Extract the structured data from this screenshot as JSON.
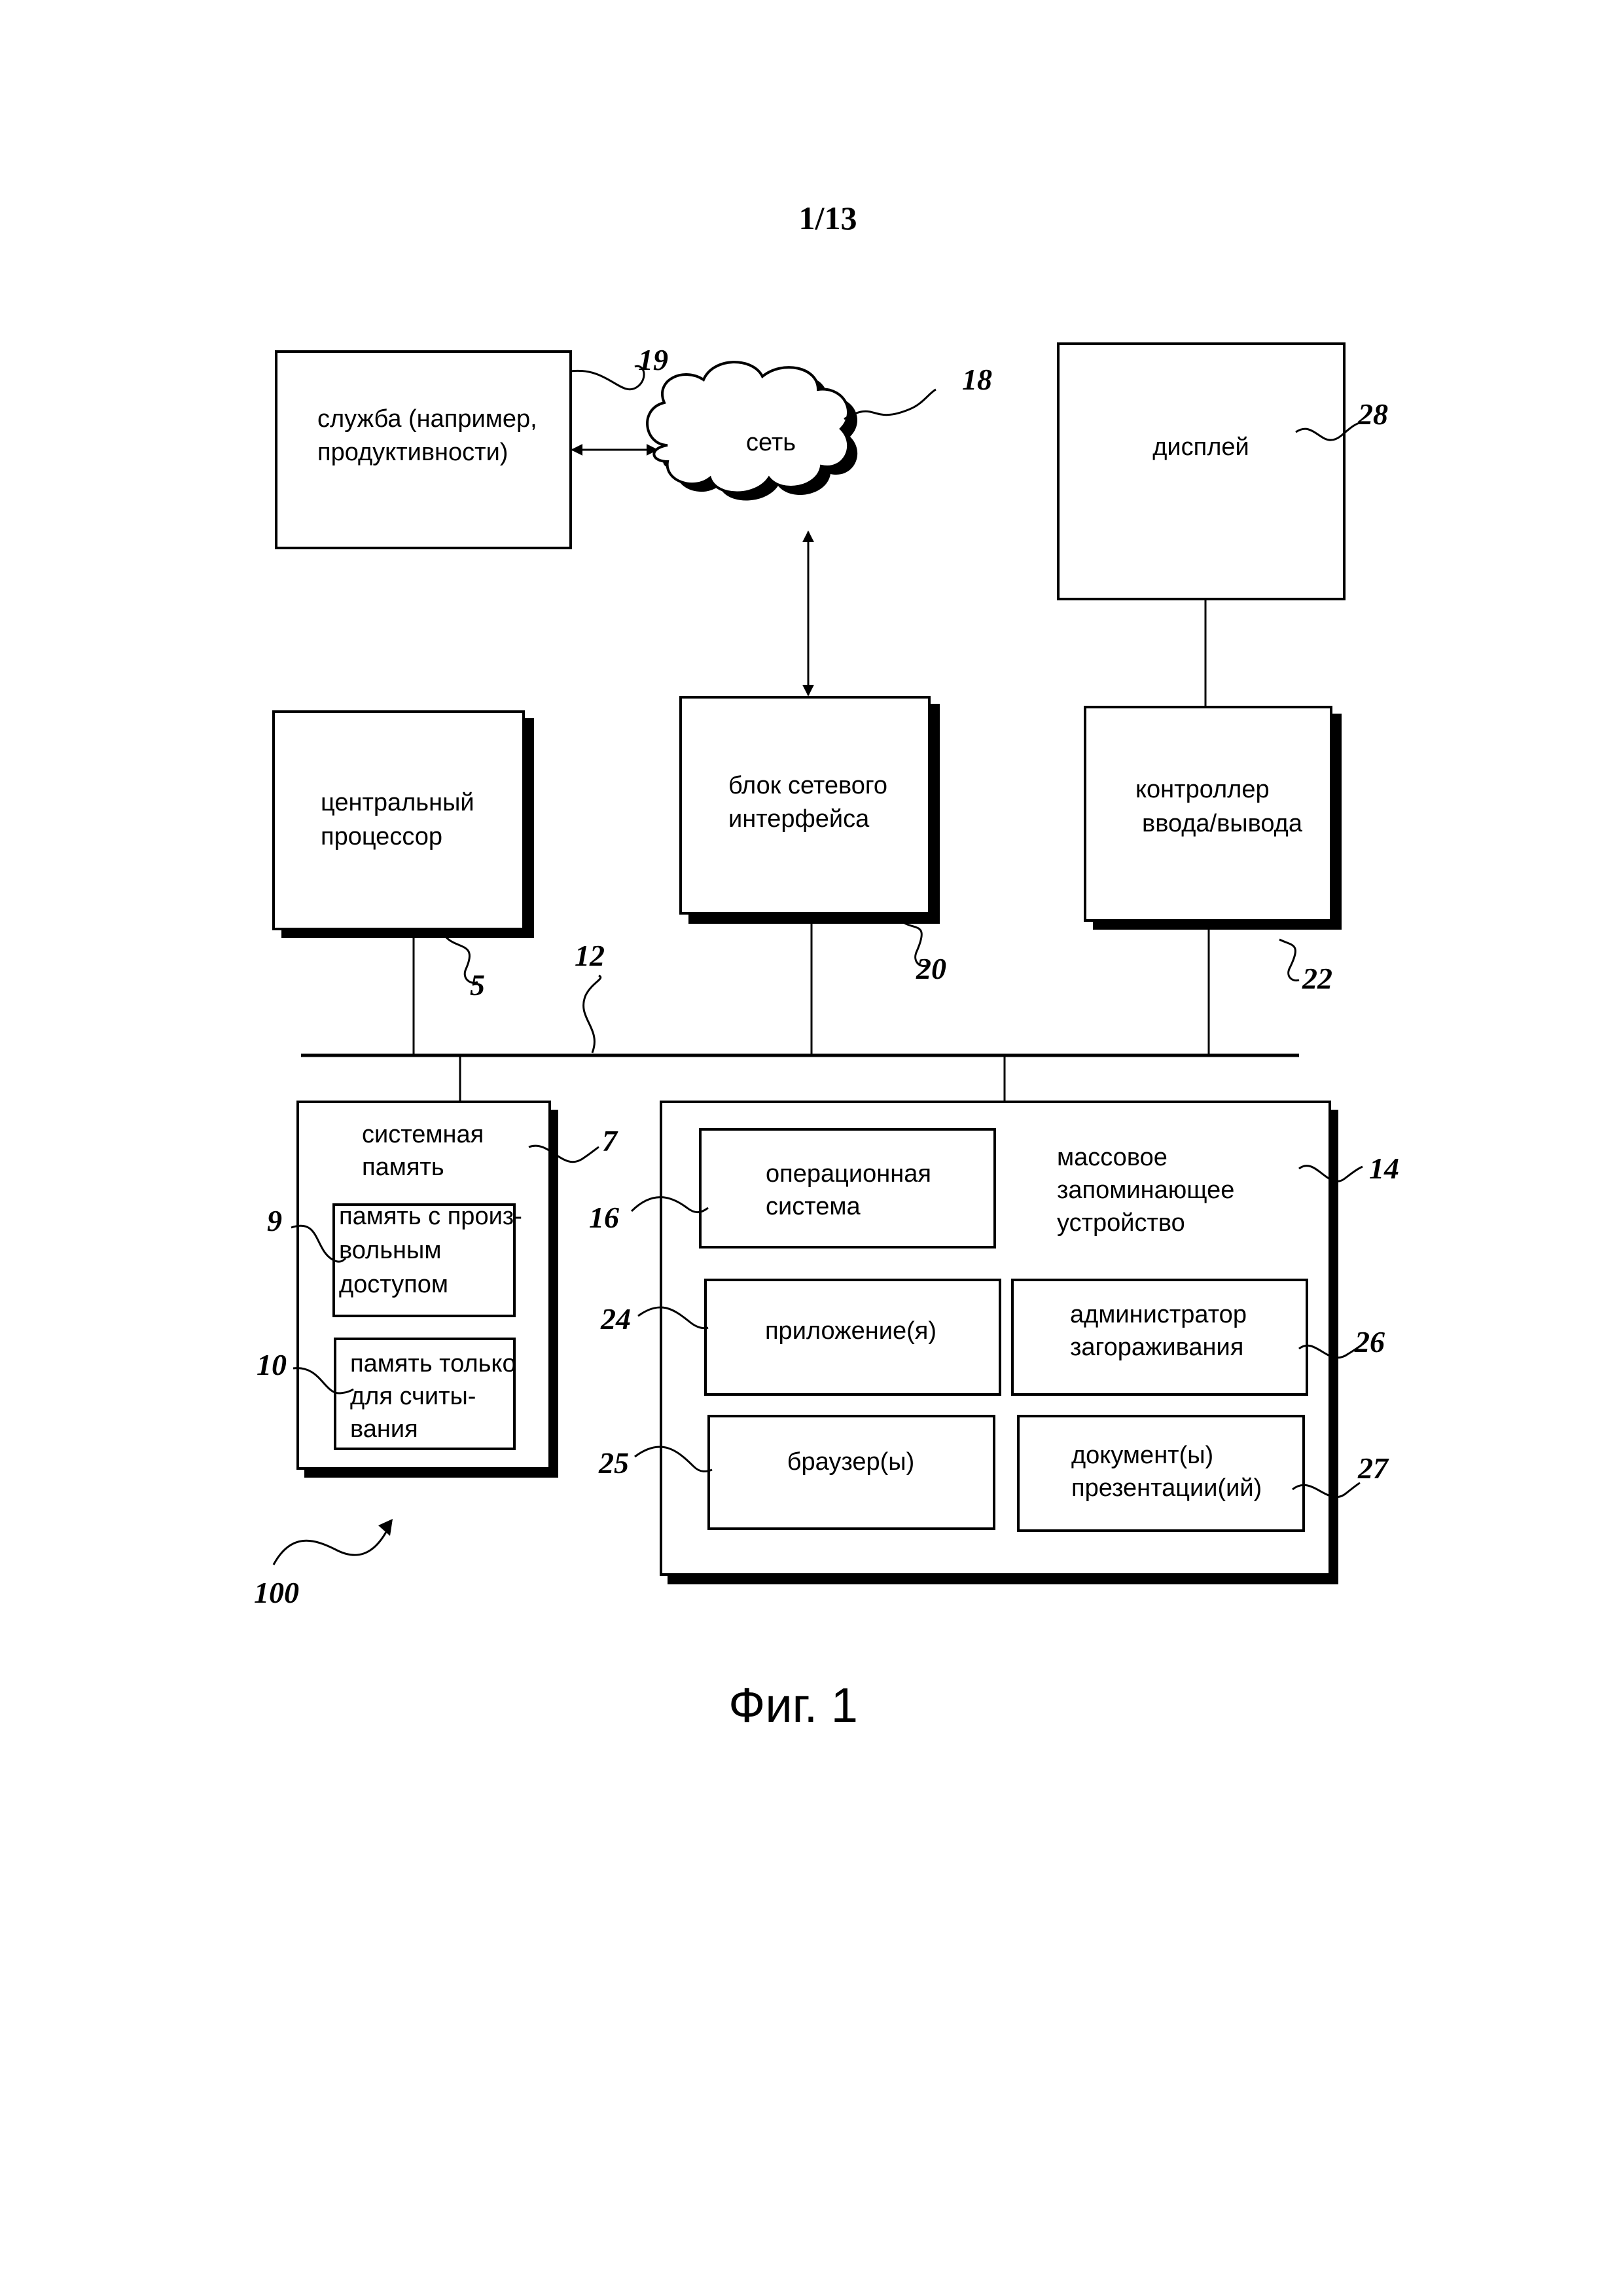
{
  "page_number": "1/13",
  "figure_caption": "Фиг. 1",
  "blocks": {
    "service": {
      "lines": [
        "служба (например,",
        "продуктивности)"
      ],
      "ref": "19"
    },
    "network": {
      "lines": [
        "сеть"
      ],
      "ref": "18"
    },
    "display": {
      "lines": [
        "дисплей"
      ],
      "ref": "28"
    },
    "cpu": {
      "lines": [
        "центральный",
        "процессор"
      ],
      "ref": "5"
    },
    "nic": {
      "lines": [
        "блок сетевого",
        "интерфейса"
      ],
      "ref": "20"
    },
    "io_controller": {
      "lines": [
        "контроллер",
        "ввода/вывода"
      ],
      "ref": "22"
    },
    "system_bus": {
      "ref": "12"
    },
    "system_memory": {
      "lines": [
        "системная",
        "память"
      ],
      "ref": "7"
    },
    "ram": {
      "lines": [
        "память с произ-",
        "вольным",
        "доступом"
      ],
      "ref": "9"
    },
    "rom": {
      "lines": [
        "память только",
        "для считы-",
        "вания"
      ],
      "ref": "10"
    },
    "mass_storage": {
      "lines": [
        "массовое",
        "запоминающее",
        "устройство"
      ],
      "ref": "14"
    },
    "os": {
      "lines": [
        "операционная",
        "система"
      ],
      "ref": "16"
    },
    "applications": {
      "lines": [
        "приложение(я)"
      ],
      "ref": "24"
    },
    "fencing_manager": {
      "lines": [
        "администратор",
        "загораживания"
      ],
      "ref": "26"
    },
    "browsers": {
      "lines": [
        "браузер(ы)"
      ],
      "ref": "25"
    },
    "presentations": {
      "lines": [
        "документ(ы)",
        "презентации(ий)"
      ],
      "ref": "27"
    },
    "overall": {
      "ref": "100"
    }
  }
}
